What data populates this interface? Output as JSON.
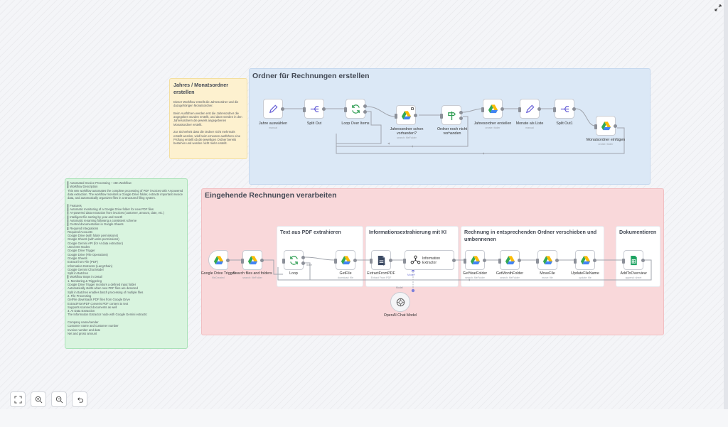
{
  "sections": {
    "folders_title": "Ordner für Rechnungen erstellen",
    "invoices_title": "Eingehende Rechnungen verarbeiten",
    "pdf_title": "Text aus PDF extrahieren",
    "ki_title": "Informationsextrahierung mit KI",
    "move_title": "Rechnung in entsprechenden Ordner verschieben und umbennenen",
    "doc_title": "Dokumentieren"
  },
  "yellow_note": {
    "title": "Jahres / Monatsordner erstellen",
    "body": "Dieser Workflow erstellt die Jahresordner und die dazugehörigen Monatsordner.\n\nBeim Ausführen werden erst die Jahresordner die angegeben wurden erstellt, und dann werden in den Jahresordnern die jeweils angegebenen Monatsordner erstellt.\n\nZur Sicherheit dass die Ordner nicht mehrmals erstellt werden, wird beim erneuten ausführen eine Prüfung erstellt ob die jeweiligen Ordner bereits bestehen und werden nicht mehr erstellt."
  },
  "green_note": {
    "body": "▍Automated Invoice Processing – n8n Workflow\n▍Workflow Description\nThis n8n workflow automates the complete processing of PDF invoices with AI-powered data extraction. The workflow monitors a Google Drive folder, extracts important invoice data, and automatically organizes files in a structured filing system.\n\n▍Features\n▍Automatic monitoring of a Google Drive folder for new PDF files\n▍AI-powered data extraction from invoices (customer, amount, date, etc.)\n▍Intelligent file sorting by year and month\n▍Automatic renaming following a consistent scheme\n▍Central documentation in Google Sheets\n▍Required Integrations\nRequired Accounts\nGoogle Drive (with folder permissions)\nGoogle Sheets (with write permissions)\nGoogle Gemini API (for AI data extraction)\nUsed n8n Nodes\nGoogle Drive Trigger\nGoogle Drive (File Operations)\nGoogle Sheets\nExtract from File (PDF)\nInformation Extractor (LangChain)\nGoogle Gemini Chat Model\nSplit in Batches\n▍Workflow Steps in Detail\n1. Monitoring & Triggering\n     Google Drive Trigger monitors a defined input folder\n     Automatically starts when new PDF files are detected\n     Split in Batches enables batch processing of multiple files\n2. File Processing\n     GetFile downloads PDF files from Google Drive\n     ExtractFromPDF converts PDF content to text\n     Supports scanned documents as well\n3. AI Data Extraction\n     The Information Extractor node with Google Gemini extracts:\n\n     Company name/sender\n     Customer name and customer number\n     Invoice number and date\n     Net and gross amount"
  },
  "nodes": {
    "jahre": {
      "label": "Jahre auswählen",
      "sub": "manual"
    },
    "split1": {
      "label": "Split Out",
      "sub": ""
    },
    "loop1": {
      "label": "Loop Over Items",
      "sub": ""
    },
    "jahresordner": {
      "label": "Jahresordner schon vorhanden?",
      "sub": "search: fileFolder"
    },
    "ordner_nicht": {
      "label": "Ordner noch nicht vorhanden",
      "sub": ""
    },
    "jahrerstellen": {
      "label": "Jahresordner erstellen",
      "sub": "create: folder"
    },
    "monate": {
      "label": "Monate als Liste",
      "sub": "manual"
    },
    "split2": {
      "label": "Split Out1",
      "sub": ""
    },
    "monatsordner": {
      "label": "Monatsordner einfügen",
      "sub": "create: folder"
    },
    "trigger": {
      "label": "Google Drive Trigger",
      "sub": "fileCreated"
    },
    "search": {
      "label": "Search files and folders",
      "sub": "search: fileFolder"
    },
    "loop2": {
      "label": "Loop",
      "sub": ""
    },
    "getfile": {
      "label": "GetFile",
      "sub": "download: file"
    },
    "extract": {
      "label": "ExtractFromPDF",
      "sub": "Extract From PDF"
    },
    "info": {
      "label": "Information Extractor",
      "sub": ""
    },
    "openai": {
      "label": "OpenAI Chat Model",
      "sub": ""
    },
    "getyear": {
      "label": "GetYearFolder",
      "sub": "search: fileFolder"
    },
    "getmonth": {
      "label": "GetMonthFolder",
      "sub": "search: fileFolder"
    },
    "movefile": {
      "label": "MoveFile",
      "sub": "move: file"
    },
    "updatefile": {
      "label": "UpdateFileName",
      "sub": "update: file"
    },
    "addto": {
      "label": "AddToOverview",
      "sub": "append: sheet"
    }
  },
  "port_labels": {
    "done": "done",
    "model": "Model",
    "model_star": "Model*"
  },
  "controls": {
    "fit": "fit-view-icon",
    "zoom_in": "zoom-in-icon",
    "zoom_out": "zoom-out-icon",
    "reset": "reset-zoom-icon"
  },
  "colors": {
    "blue_section": "#dbe8f6",
    "red_section": "#f9d8da",
    "yellow_note": "#fdf1cf",
    "green_note": "#d9f4df",
    "edit_icon": "#6a63d8",
    "loop_icon": "#2e9d52",
    "sheets_icon": "#1ea362"
  }
}
